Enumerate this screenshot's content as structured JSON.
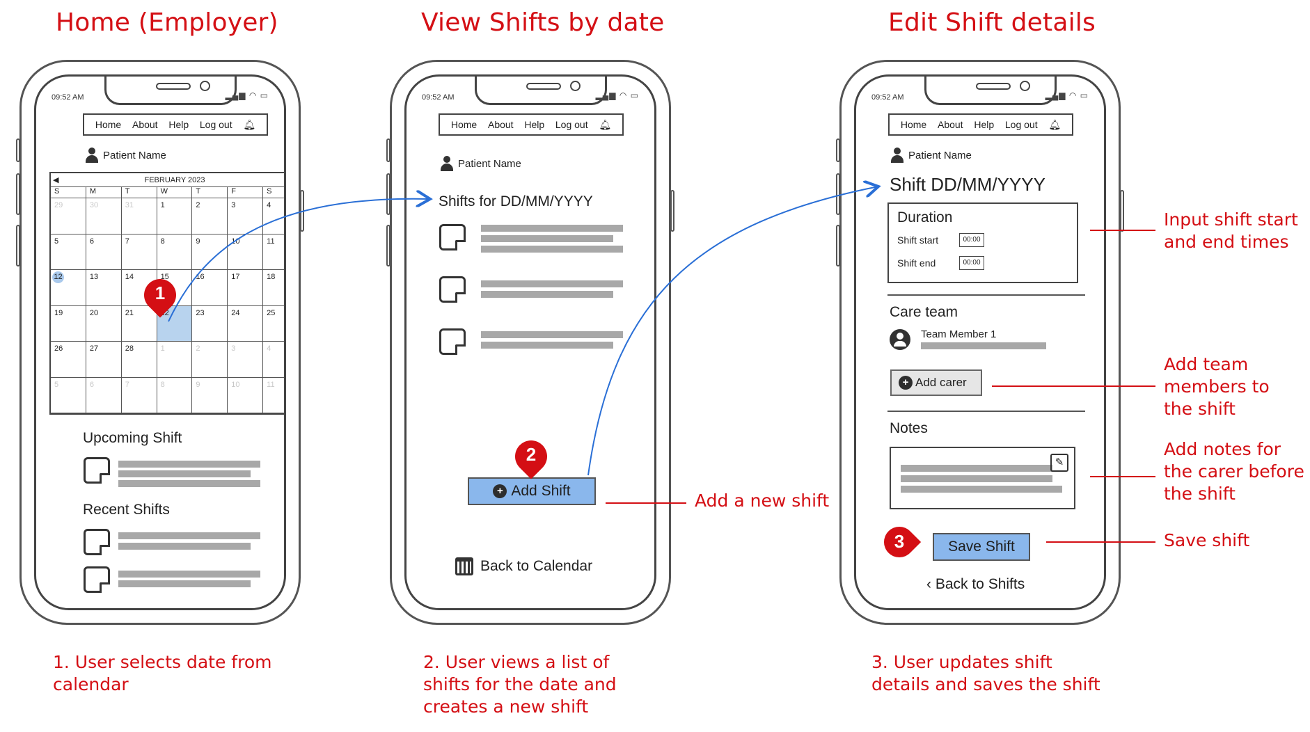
{
  "titles": {
    "home": "Home (Employer)",
    "view": "View Shifts by date",
    "edit": "Edit Shift details"
  },
  "status_time": "09:52 AM",
  "nav": {
    "home": "Home",
    "about": "About",
    "help": "Help",
    "logout": "Log out"
  },
  "patient_name": "Patient Name",
  "calendar": {
    "month": "FEBRUARY 2023",
    "dows": [
      "S",
      "M",
      "T",
      "W",
      "T",
      "F",
      "S"
    ],
    "weeks": [
      [
        "29",
        "30",
        "31",
        "1",
        "2",
        "3",
        "4"
      ],
      [
        "5",
        "6",
        "7",
        "8",
        "9",
        "10",
        "11"
      ],
      [
        "12",
        "13",
        "14",
        "15",
        "16",
        "17",
        "18"
      ],
      [
        "19",
        "20",
        "21",
        "22",
        "23",
        "24",
        "25"
      ],
      [
        "26",
        "27",
        "28",
        "1",
        "2",
        "3",
        "4"
      ],
      [
        "5",
        "6",
        "7",
        "8",
        "9",
        "10",
        "11"
      ]
    ]
  },
  "home_screen": {
    "upcoming": "Upcoming Shift",
    "recent": "Recent Shifts"
  },
  "view_screen": {
    "heading": "Shifts for DD/MM/YYYY",
    "add_shift": "Add Shift",
    "back_calendar": "Back to Calendar"
  },
  "edit_screen": {
    "heading": "Shift DD/MM/YYYY",
    "duration": "Duration",
    "shift_start": "Shift start",
    "shift_end": "Shift end",
    "start_value": "00:00",
    "end_value": "00:00",
    "care_team": "Care team",
    "team_member": "Team Member 1",
    "add_carer": "Add carer",
    "notes": "Notes",
    "save_shift": "Save Shift",
    "back_shifts": "‹ Back to Shifts"
  },
  "markers": {
    "m1": "1",
    "m2": "2",
    "m3": "3"
  },
  "annotations": {
    "add_new_shift": "Add a new shift",
    "input_times": "Input shift start and end times",
    "add_team": "Add team members to the shift",
    "add_notes": "Add notes for the carer before the shift",
    "save_shift": "Save shift"
  },
  "captions": {
    "c1": "1. User selects date from calendar",
    "c2": "2. User views a list of shifts for the date and creates a new shift",
    "c3": "3. User updates shift details and saves the shift"
  },
  "colors": {
    "accent_red": "#d40f14",
    "button_blue": "#8ab7ec",
    "selected_date": "#b8d3ee",
    "arrow_blue": "#2a6fd6"
  }
}
